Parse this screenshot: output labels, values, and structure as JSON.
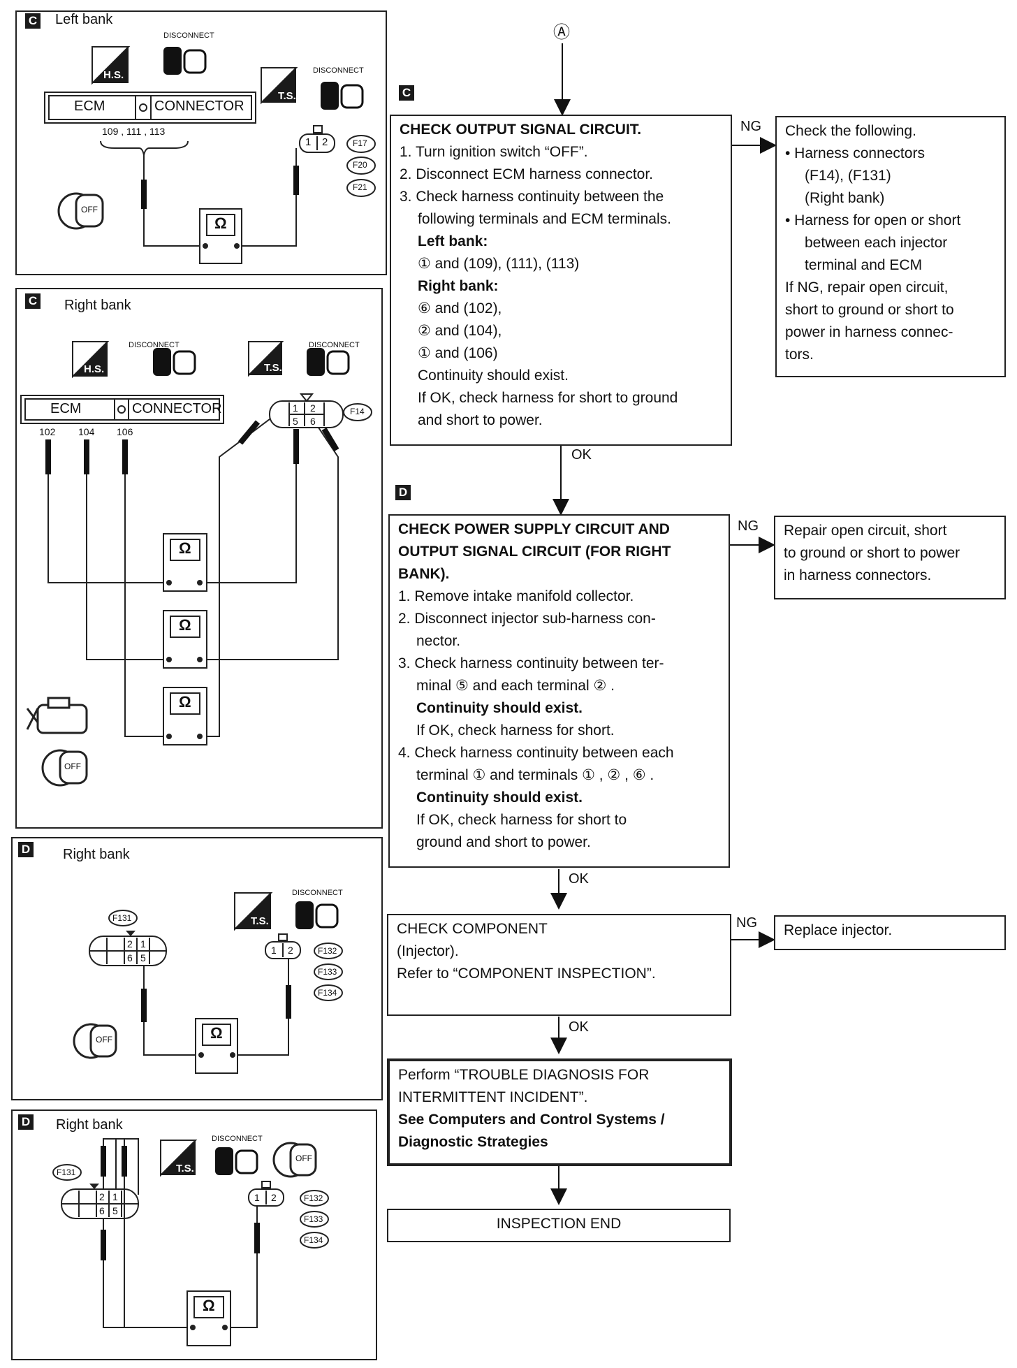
{
  "flowchart": {
    "start_marker": "Ⓐ",
    "steps": [
      {
        "tag": "C",
        "title": "CHECK OUTPUT SIGNAL CIRCUIT.",
        "lines": [
          "1. Turn ignition switch “OFF”.",
          "2. Disconnect ECM harness connector.",
          "3. Check harness continuity between the",
          "following terminals and ECM terminals.",
          "Left bank:",
          "① and (109), (111), (113)",
          "Right bank:",
          "⑥ and (102),",
          "② and (104),",
          "① and (106)",
          "Continuity should exist.",
          "If OK, check harness for short to ground",
          "and short to power."
        ],
        "ng_label": "NG",
        "ok_label": "OK",
        "ng_box": [
          "Check the following.",
          "• Harness connectors",
          "(F14), (F131)",
          "(Right bank)",
          "• Harness for open or short",
          "between each injector",
          "terminal and ECM",
          "If NG, repair open circuit,",
          "short to ground or short to",
          "power in harness connec-",
          "tors."
        ]
      },
      {
        "tag": "D",
        "title_lines": [
          "CHECK POWER SUPPLY CIRCUIT AND",
          "OUTPUT SIGNAL CIRCUIT (FOR RIGHT",
          "BANK)."
        ],
        "lines": [
          "1. Remove intake manifold collector.",
          "2. Disconnect injector sub-harness con-",
          "nector.",
          "3. Check harness continuity between ter-",
          "minal ⑤ and each terminal ② .",
          "Continuity should exist.",
          "If OK, check harness for short.",
          "4. Check harness continuity between each",
          "terminal ① and terminals ① , ② , ⑥ .",
          "Continuity should exist.",
          "If OK, check harness for short to",
          "ground and short to power."
        ],
        "ng_label": "NG",
        "ok_label": "OK",
        "ng_box": [
          "Repair open circuit, short",
          "to ground or short to power",
          "in harness connectors."
        ]
      },
      {
        "lines": [
          "CHECK COMPONENT",
          "(Injector).",
          "Refer to “COMPONENT INSPECTION”."
        ],
        "ng_label": "NG",
        "ok_label": "OK",
        "ng_box": [
          "Replace injector."
        ]
      },
      {
        "lines": [
          "Perform “TROUBLE DIAGNOSIS FOR",
          "INTERMITTENT INCIDENT”."
        ],
        "bold_lines": [
          "See Computers and Control Systems /",
          "Diagnostic Strategies"
        ]
      }
    ],
    "end": "INSPECTION END"
  },
  "diagrams": {
    "panel1": {
      "tag": "C",
      "title": "Left bank",
      "hs": "H.S.",
      "ts": "T.S.",
      "disconnect": "DISCONNECT",
      "ecm": "ECM",
      "connector": "CONNECTOR",
      "ecm_terminals": "109 , 111 , 113",
      "pins": [
        "1",
        "2"
      ],
      "refs": [
        "F17",
        "F20",
        "F21"
      ],
      "meter": "Ω",
      "off": "OFF"
    },
    "panel2": {
      "tag": "C",
      "title": "Right bank",
      "hs": "H.S.",
      "ts": "T.S.",
      "disconnect": "DISCONNECT",
      "ecm": "ECM",
      "connector": "CONNECTOR",
      "ecm_terminals": [
        "102",
        "104",
        "106"
      ],
      "pins": [
        "1",
        "2",
        "5",
        "6"
      ],
      "refs": [
        "F14"
      ],
      "meter": "Ω",
      "off": "OFF"
    },
    "panel3": {
      "tag": "D",
      "title": "Right bank",
      "ts": "T.S.",
      "disconnect": "DISCONNECT",
      "pins_left": [
        "2",
        "1",
        "6",
        "5"
      ],
      "pins_right": [
        "1",
        "2"
      ],
      "ref_left": "F131",
      "refs": [
        "F132",
        "F133",
        "F134"
      ],
      "meter": "Ω",
      "off": "OFF"
    },
    "panel4": {
      "tag": "D",
      "title": "Right bank",
      "ts": "T.S.",
      "disconnect": "DISCONNECT",
      "pins_left": [
        "2",
        "1",
        "6",
        "5"
      ],
      "pins_right": [
        "1",
        "2"
      ],
      "ref_left": "F131",
      "refs": [
        "F132",
        "F133",
        "F134"
      ],
      "meter": "Ω",
      "off": "OFF"
    }
  }
}
